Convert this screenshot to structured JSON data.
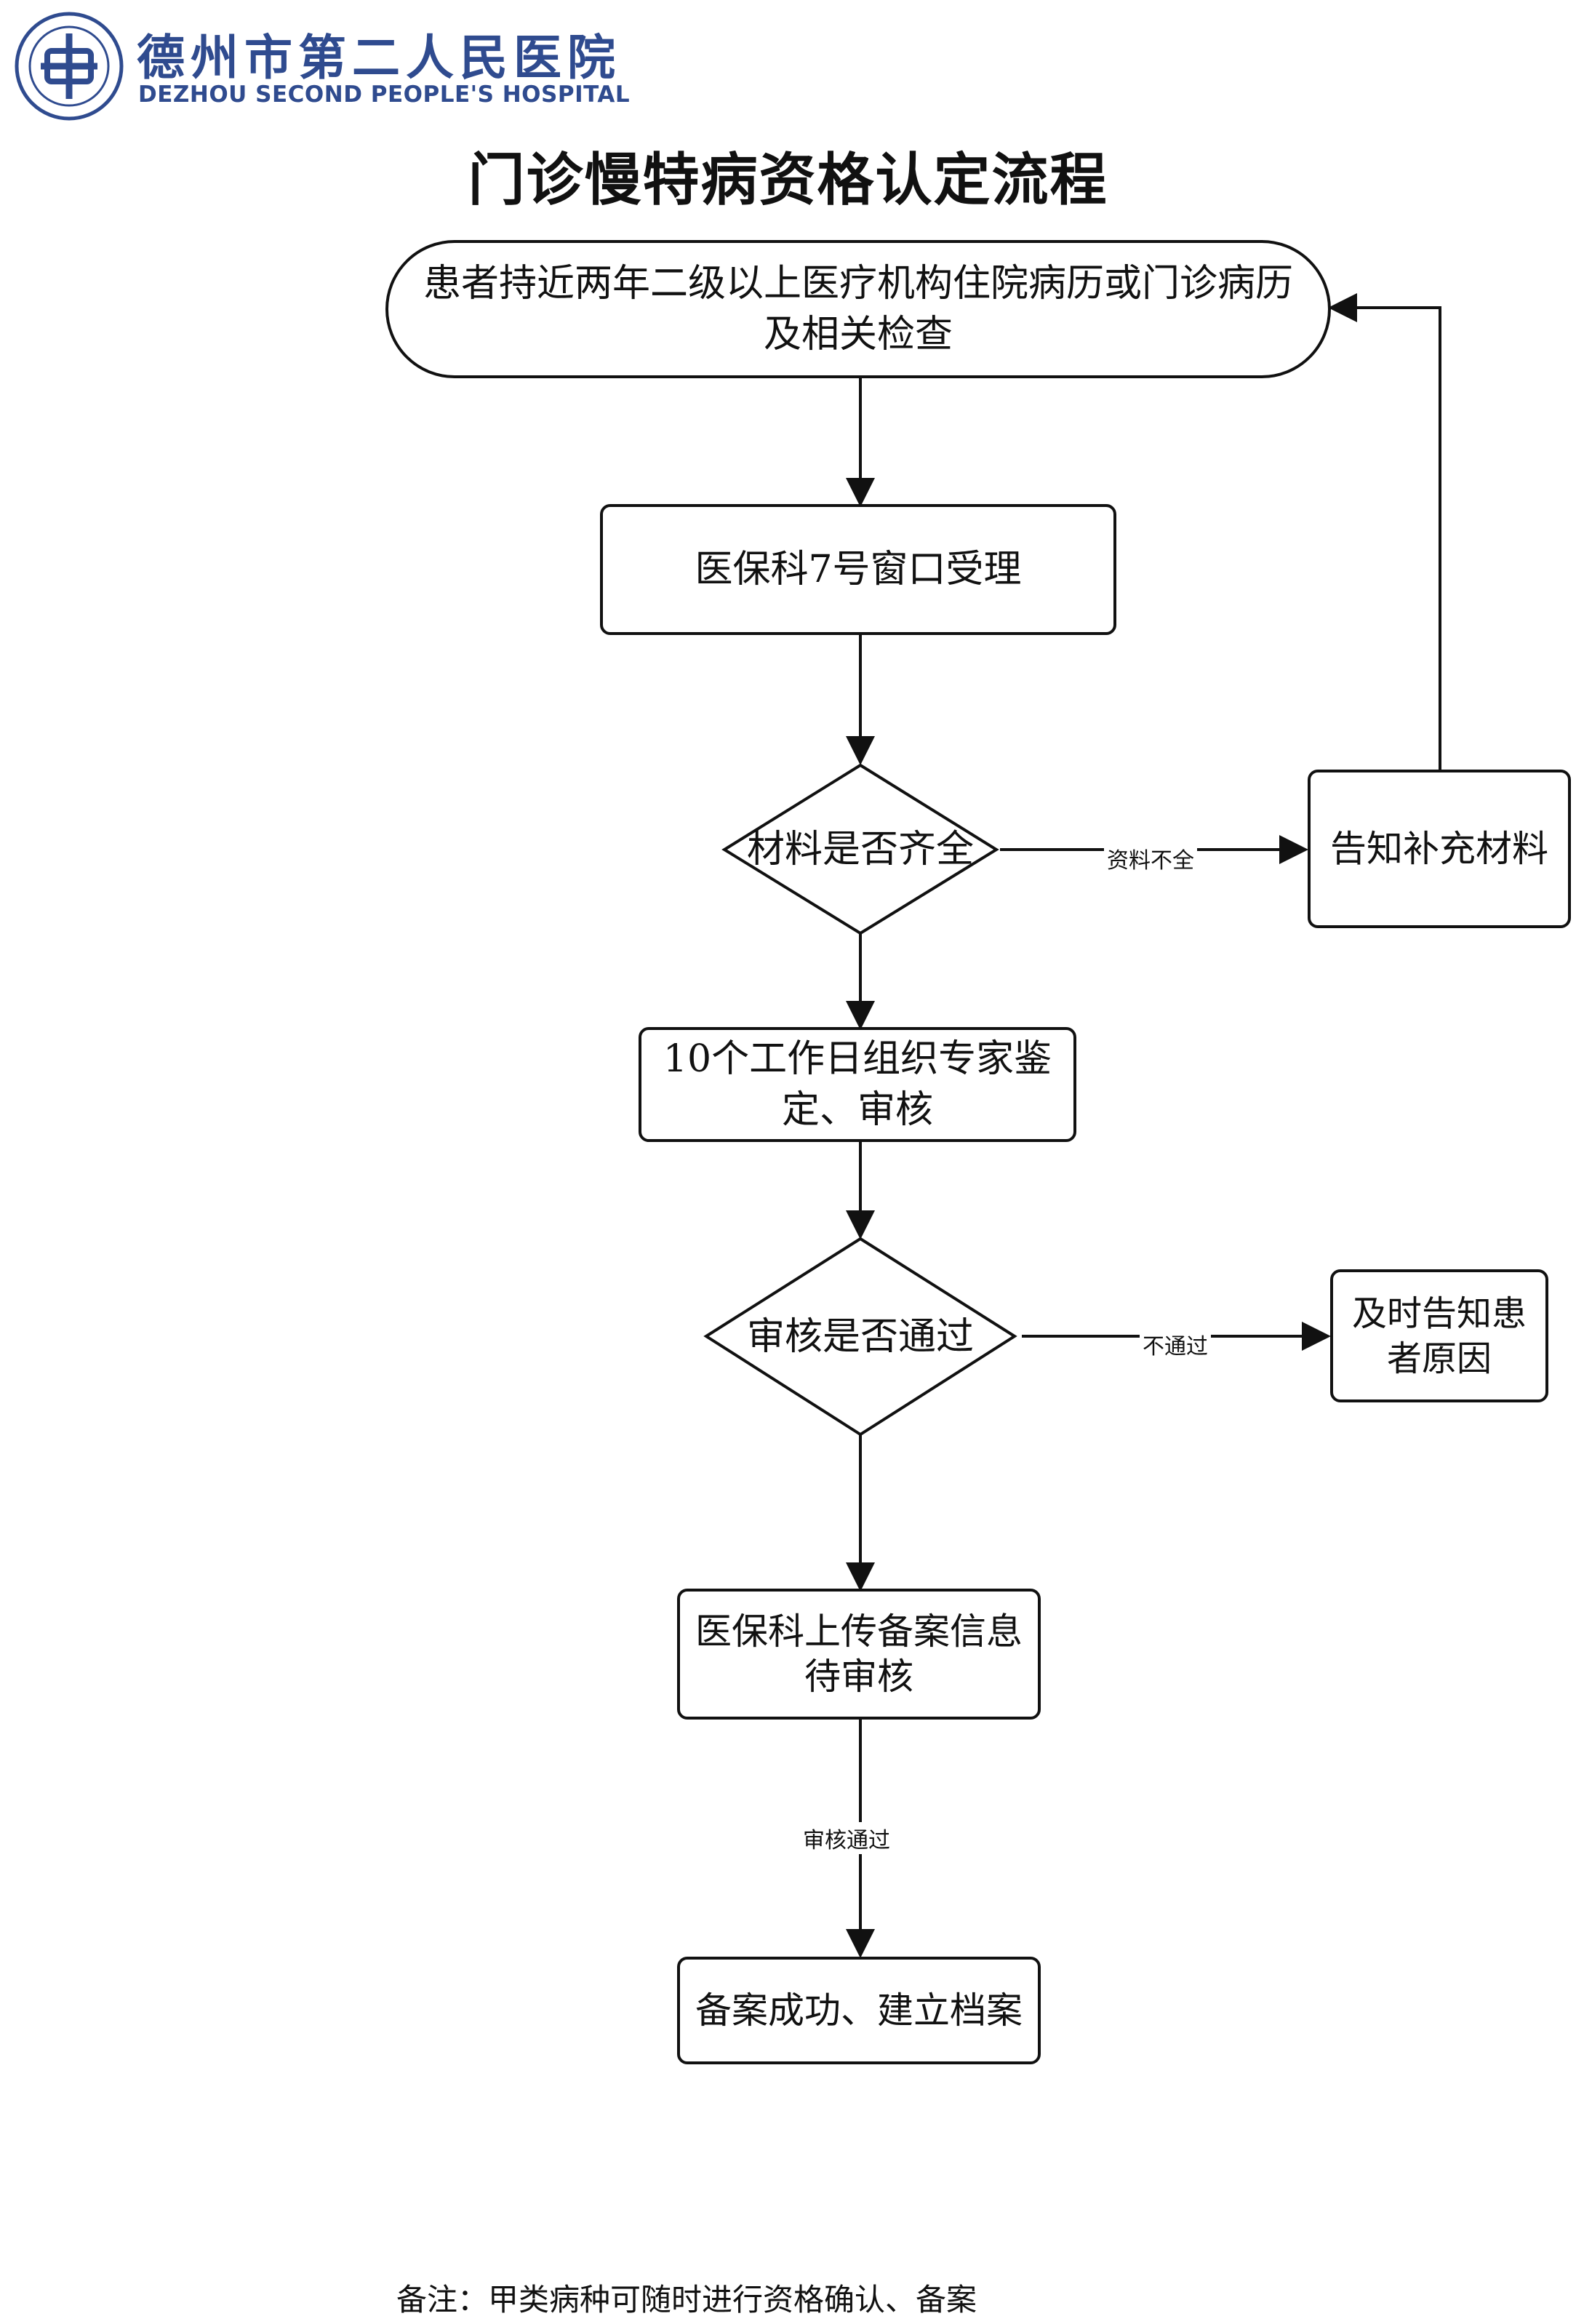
{
  "header": {
    "hospital_name_cn": "德州市第二人民医院",
    "hospital_name_en": "DEZHOU SECOND PEOPLE'S HOSPITAL",
    "brand_color": "#2f4b8f"
  },
  "title": "门诊慢特病资格认定流程",
  "nodes": {
    "start": "患者持近两年二级以上医疗机构住院病历或门诊病历及相关检查",
    "window": "医保科7号窗口受理",
    "check_materials": "材料是否齐全",
    "supplement": "告知补充材料",
    "expert_review": "10个工作日组织专家鉴定、审核",
    "review_pass": "审核是否通过",
    "notify_reason": "及时告知患者原因",
    "upload": "医保科上传备案信息待审核",
    "done": "备案成功、建立档案"
  },
  "edges": {
    "incomplete": "资料不全",
    "not_passed": "不通过",
    "passed": "审核通过"
  },
  "note": "备注：甲类病种可随时进行资格确认、备案"
}
